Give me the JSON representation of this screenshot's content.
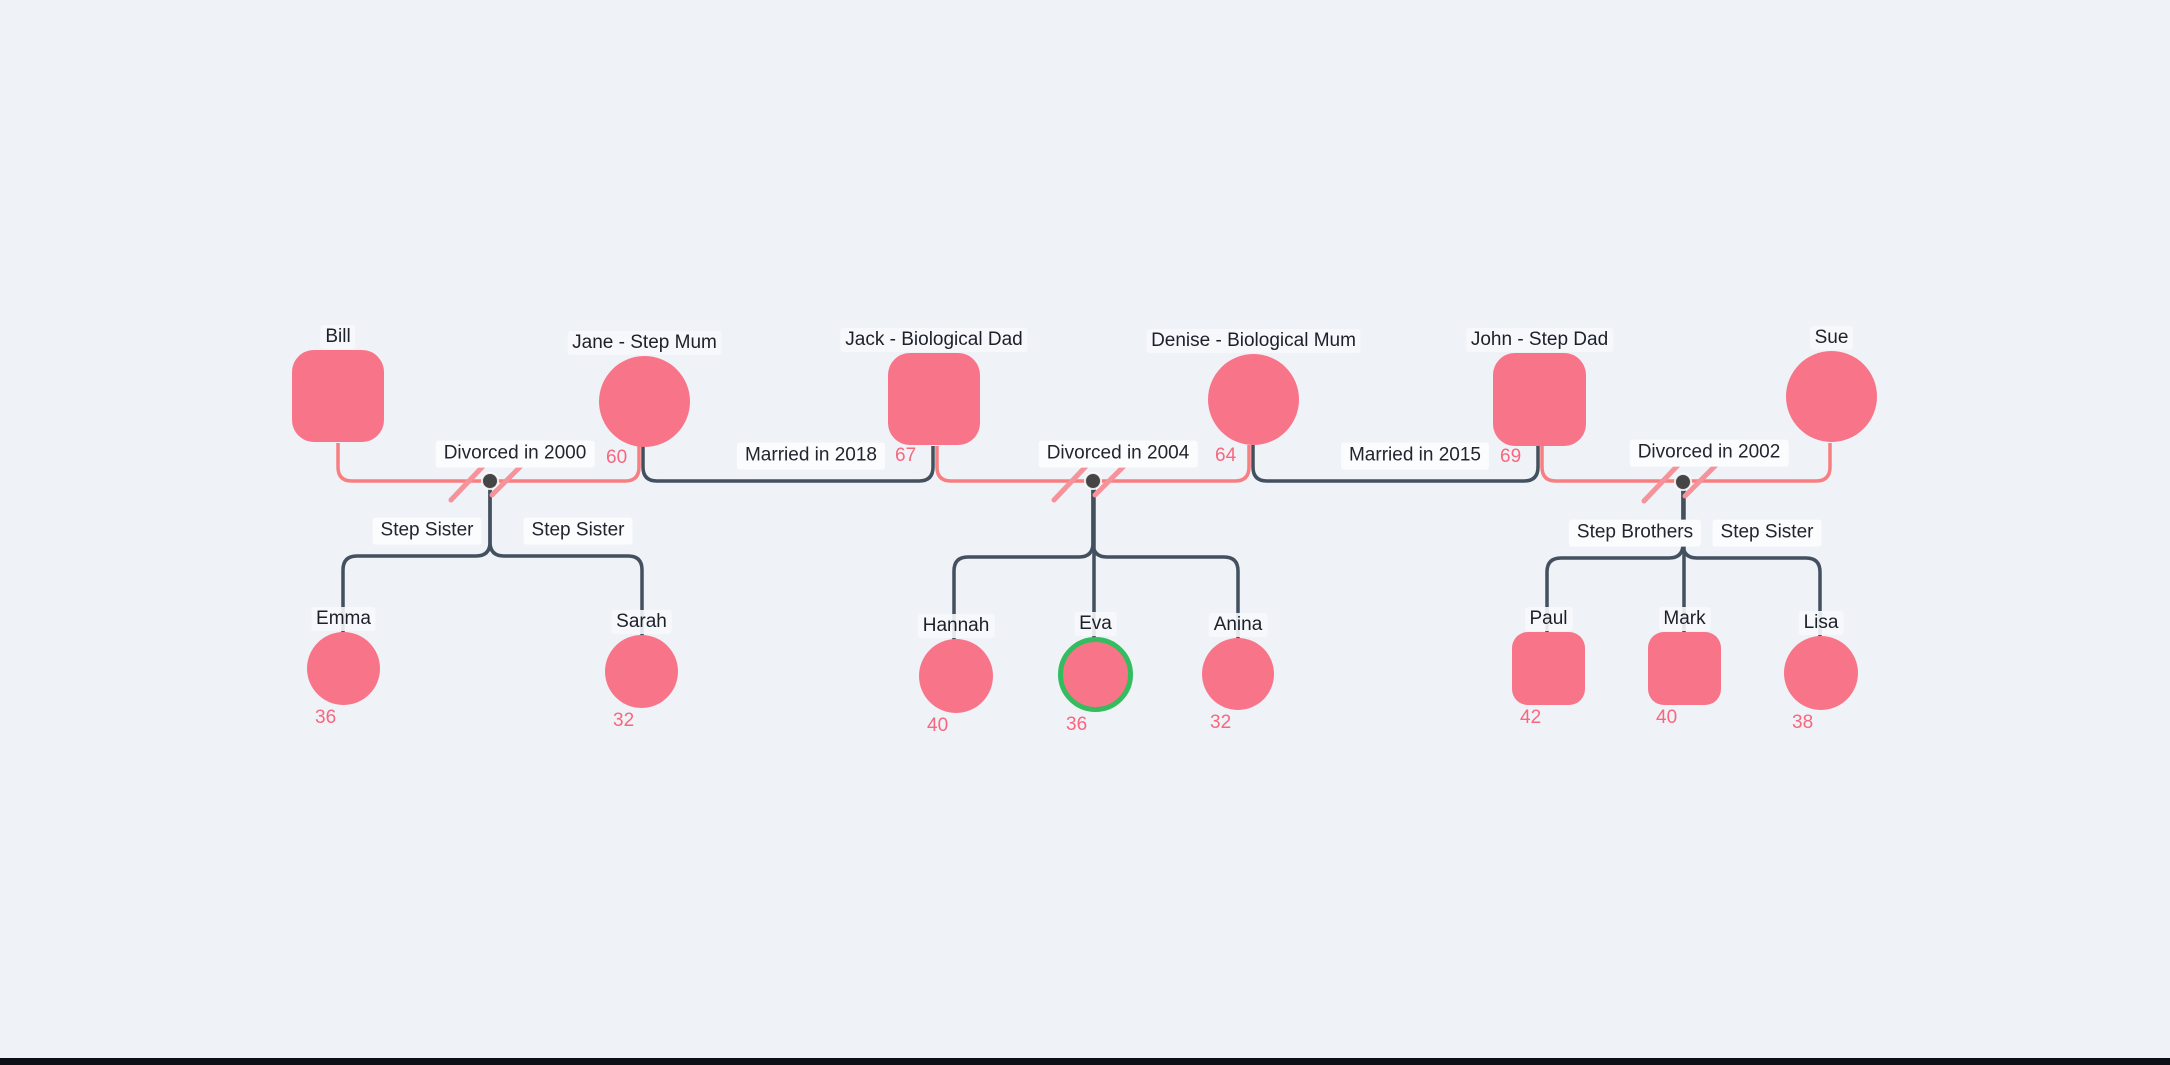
{
  "app": {
    "title": "Blended family tree diagram"
  },
  "colors": {
    "background": "#eff2f7",
    "node_fill": "#f87489",
    "divorce_edge": "#f77e81",
    "divorce_slash": "#f5929a",
    "marriage_edge": "#43505f",
    "child_edge": "#43505f",
    "union_dot": "#454547",
    "selected_ring": "#33bd5f",
    "age_text": "#f8677e",
    "name_text": "#1c2028",
    "label_background": "#fbfcfe",
    "bottom_bar": "#0d1117"
  },
  "people": [
    {
      "name": "Bill",
      "shape": "square"
    },
    {
      "name": "Jane - Step Mum",
      "shape": "circle",
      "age": 60
    },
    {
      "name": "Jack - Biological Dad",
      "shape": "square",
      "age": 67
    },
    {
      "name": "Denise - Biological Mum",
      "shape": "circle",
      "age": 64
    },
    {
      "name": "John - Step Dad",
      "shape": "square",
      "age": 69
    },
    {
      "name": "Sue",
      "shape": "circle"
    },
    {
      "name": "Emma",
      "shape": "circle",
      "age": 36
    },
    {
      "name": "Sarah",
      "shape": "circle",
      "age": 32
    },
    {
      "name": "Hannah",
      "shape": "circle",
      "age": 40
    },
    {
      "name": "Eva",
      "shape": "circle",
      "age": 36,
      "selected": true
    },
    {
      "name": "Anina",
      "shape": "circle",
      "age": 32
    },
    {
      "name": "Paul",
      "shape": "square",
      "age": 42
    },
    {
      "name": "Mark",
      "shape": "square",
      "age": 40
    },
    {
      "name": "Lisa",
      "shape": "circle",
      "age": 38
    }
  ],
  "relationships": [
    {
      "between": [
        "Bill",
        "Jane"
      ],
      "type": "divorced",
      "label": "Divorced in 2000",
      "children": [
        "Emma",
        "Sarah"
      ]
    },
    {
      "between": [
        "Jane",
        "Jack"
      ],
      "type": "married",
      "label": "Married in 2018"
    },
    {
      "between": [
        "Jack",
        "Denise"
      ],
      "type": "divorced",
      "label": "Divorced in 2004",
      "children": [
        "Hannah",
        "Eva",
        "Anina"
      ]
    },
    {
      "between": [
        "Denise",
        "John"
      ],
      "type": "married",
      "label": "Married in 2015"
    },
    {
      "between": [
        "John",
        "Sue"
      ],
      "type": "divorced",
      "label": "Divorced in 2002",
      "children": [
        "Paul",
        "Mark",
        "Lisa"
      ]
    }
  ],
  "sibling_labels": [
    {
      "child": "Emma",
      "label": "Step Sister"
    },
    {
      "child": "Sarah",
      "label": "Step Sister"
    },
    {
      "child": "Paul",
      "label": "Step Brothers"
    },
    {
      "child": "Lisa",
      "label": "Step Sister"
    }
  ]
}
